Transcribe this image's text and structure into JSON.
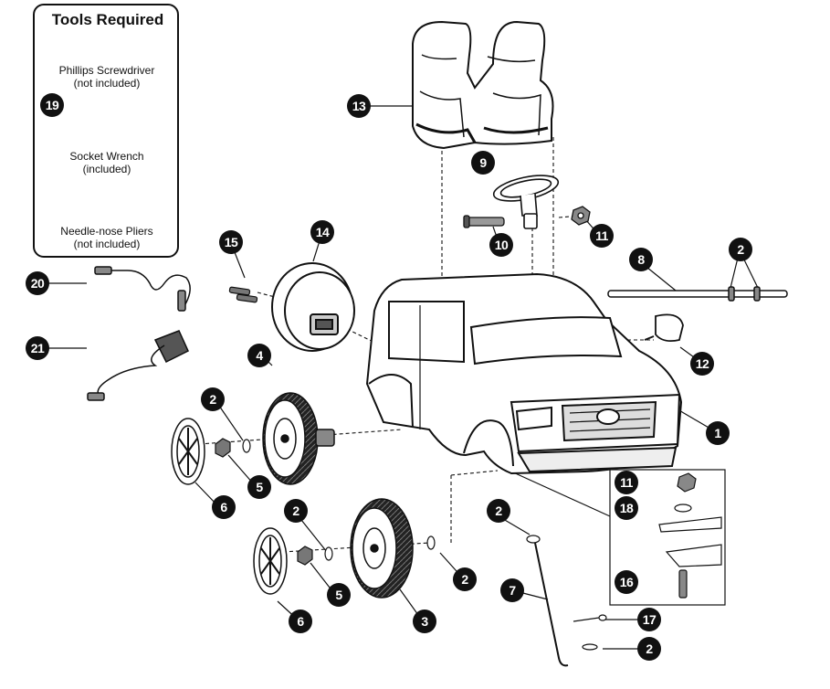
{
  "tools_box": {
    "title": "Tools Required",
    "tools": [
      {
        "name": "Phillips Screwdriver",
        "note": "(not included)"
      },
      {
        "name": "Socket Wrench",
        "note": "(included)"
      },
      {
        "name": "Needle-nose Pliers",
        "note": "(not included)"
      }
    ]
  },
  "callouts": {
    "c1": "1",
    "c2a": "2",
    "c2b": "2",
    "c2c": "2",
    "c2d": "2",
    "c2e": "2",
    "c2f": "2",
    "c3": "3",
    "c4": "4",
    "c5a": "5",
    "c5b": "5",
    "c6a": "6",
    "c6b": "6",
    "c7": "7",
    "c8": "8",
    "c9": "9",
    "c10": "10",
    "c11a": "11",
    "c11b": "11",
    "c12": "12",
    "c13": "13",
    "c14": "14",
    "c15": "15",
    "c16": "16",
    "c17": "17",
    "c18": "18",
    "c19": "19",
    "c20": "20",
    "c21": "21"
  },
  "colors": {
    "ink": "#111111",
    "paper": "#ffffff",
    "tire": "#1a1a1a"
  },
  "icons": [
    "screwdriver-icon",
    "socket-wrench-icon",
    "pliers-icon",
    "seat-icon",
    "steering-wheel-icon",
    "car-body-icon",
    "wheel-icon",
    "hubcap-icon",
    "axle-icon",
    "charger-icon",
    "cable-icon",
    "battery-icon",
    "mirror-icon",
    "screw-icon",
    "nut-icon",
    "washer-icon",
    "pin-icon",
    "bolt-icon",
    "steering-rod-icon"
  ]
}
